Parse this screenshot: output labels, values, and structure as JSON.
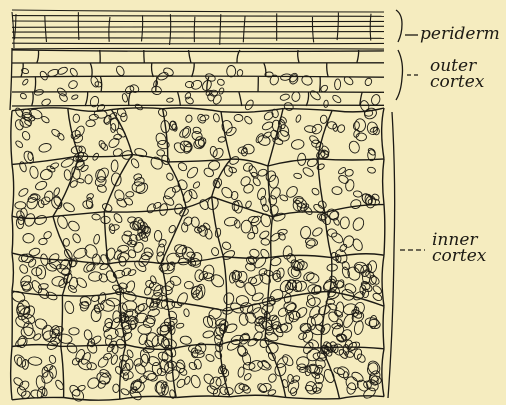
{
  "figure": {
    "background": "#f5ecbf",
    "ink": "#1c1a14",
    "labels": {
      "periderm": "periderm",
      "outer_cortex_line1": "outer",
      "outer_cortex_line2": "cortex",
      "inner_cortex_line1": "inner",
      "inner_cortex_line2": "cortex"
    }
  }
}
